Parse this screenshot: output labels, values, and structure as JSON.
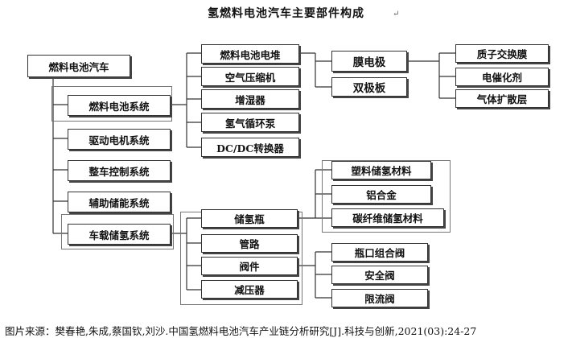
{
  "title": "氢燃料电池汽车主要部件构成",
  "root": "燃料电池汽车",
  "systems": {
    "fuel_cell_system": "燃料电池系统",
    "drive_motor_system": "驱动电机系统",
    "vehicle_control_system": "整车控制系统",
    "aux_storage_system": "辅助储能系统",
    "onboard_hydrogen_system": "车载储氢系统"
  },
  "fuel_cell_parts": {
    "stack": "燃料电池电堆",
    "air_compressor": "空气压缩机",
    "humidifier": "增湿器",
    "hydrogen_pump": "氢气循环泵",
    "dcdc": "DC/DC转换器"
  },
  "stack_parts": {
    "mea": "膜电极",
    "bipolar_plate": "双极板"
  },
  "mea_parts": {
    "pem": "质子交换膜",
    "catalyst": "电催化剂",
    "gdl": "气体扩散层"
  },
  "hydrogen_parts": {
    "tank": "储氢瓶",
    "piping": "管路",
    "valves": "阀件",
    "reducer": "减压器"
  },
  "tank_materials": {
    "plastic": "塑料储氢材料",
    "aluminum": "铝合金",
    "carbon_fiber": "碳纤维储氢材料"
  },
  "valve_parts": {
    "bottle_valve": "瓶口组合阀",
    "safety_valve": "安全阀",
    "relief_valve": "限流阀"
  },
  "caption": "图片来源：樊春艳,朱成,蔡国钦,刘沙.中国氢燃料电池汽车产业链分析研究[J].科技与创新,2021(03):24-27",
  "edit_mark": "↵"
}
